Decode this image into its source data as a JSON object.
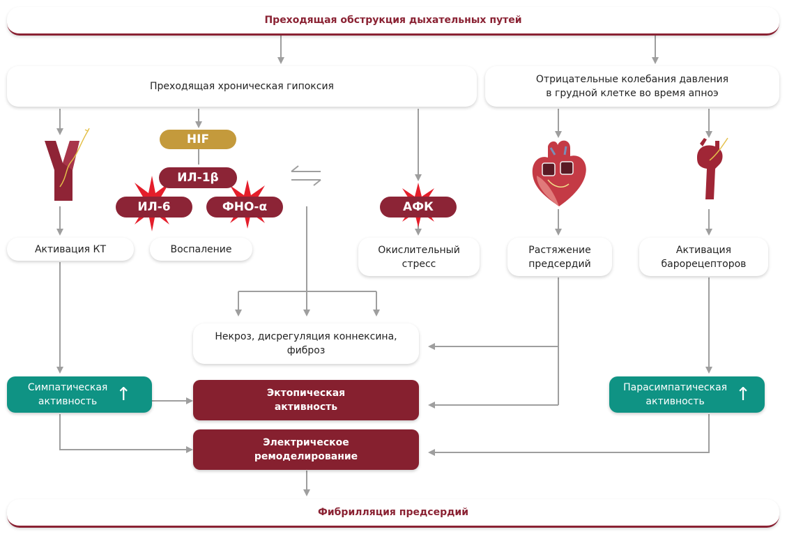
{
  "top_banner": "Преходящая обструкция дыхательных путей",
  "bottom_banner": "Фибрилляция предсердий",
  "hypoxia": "Преходящая хроническая гипоксия",
  "pressure": [
    "Отрицательные колебания давления",
    "в грудной клетке во время апноэ"
  ],
  "markers": {
    "hif": "HIF",
    "il1b": "ИЛ-1β",
    "il6": "ИЛ-6",
    "tnf": "ФНО-α",
    "ros": "АФК"
  },
  "activation_kt": "Активация КТ",
  "inflammation": "Воспаление",
  "oxidative": [
    "Окислительный",
    "стресс"
  ],
  "atrial_stretch": [
    "Растяжение",
    "предсердий"
  ],
  "baroreceptor": [
    "Активация",
    "барорецепторов"
  ],
  "necrosis": [
    "Некроз, дисрегуляция коннексина,",
    "фиброз"
  ],
  "sympathetic": [
    "Симпатическая",
    "активность"
  ],
  "parasympathetic": [
    "Парасимпатическая",
    "активность"
  ],
  "ectopic": [
    "Эктопическая",
    "активность"
  ],
  "remodeling": [
    "Электрическое",
    "ремоделирование"
  ],
  "colors": {
    "maroon": "#86202f",
    "teal": "#0f9384",
    "gold": "#c49a3c",
    "arrow": "#9e9e9e"
  }
}
